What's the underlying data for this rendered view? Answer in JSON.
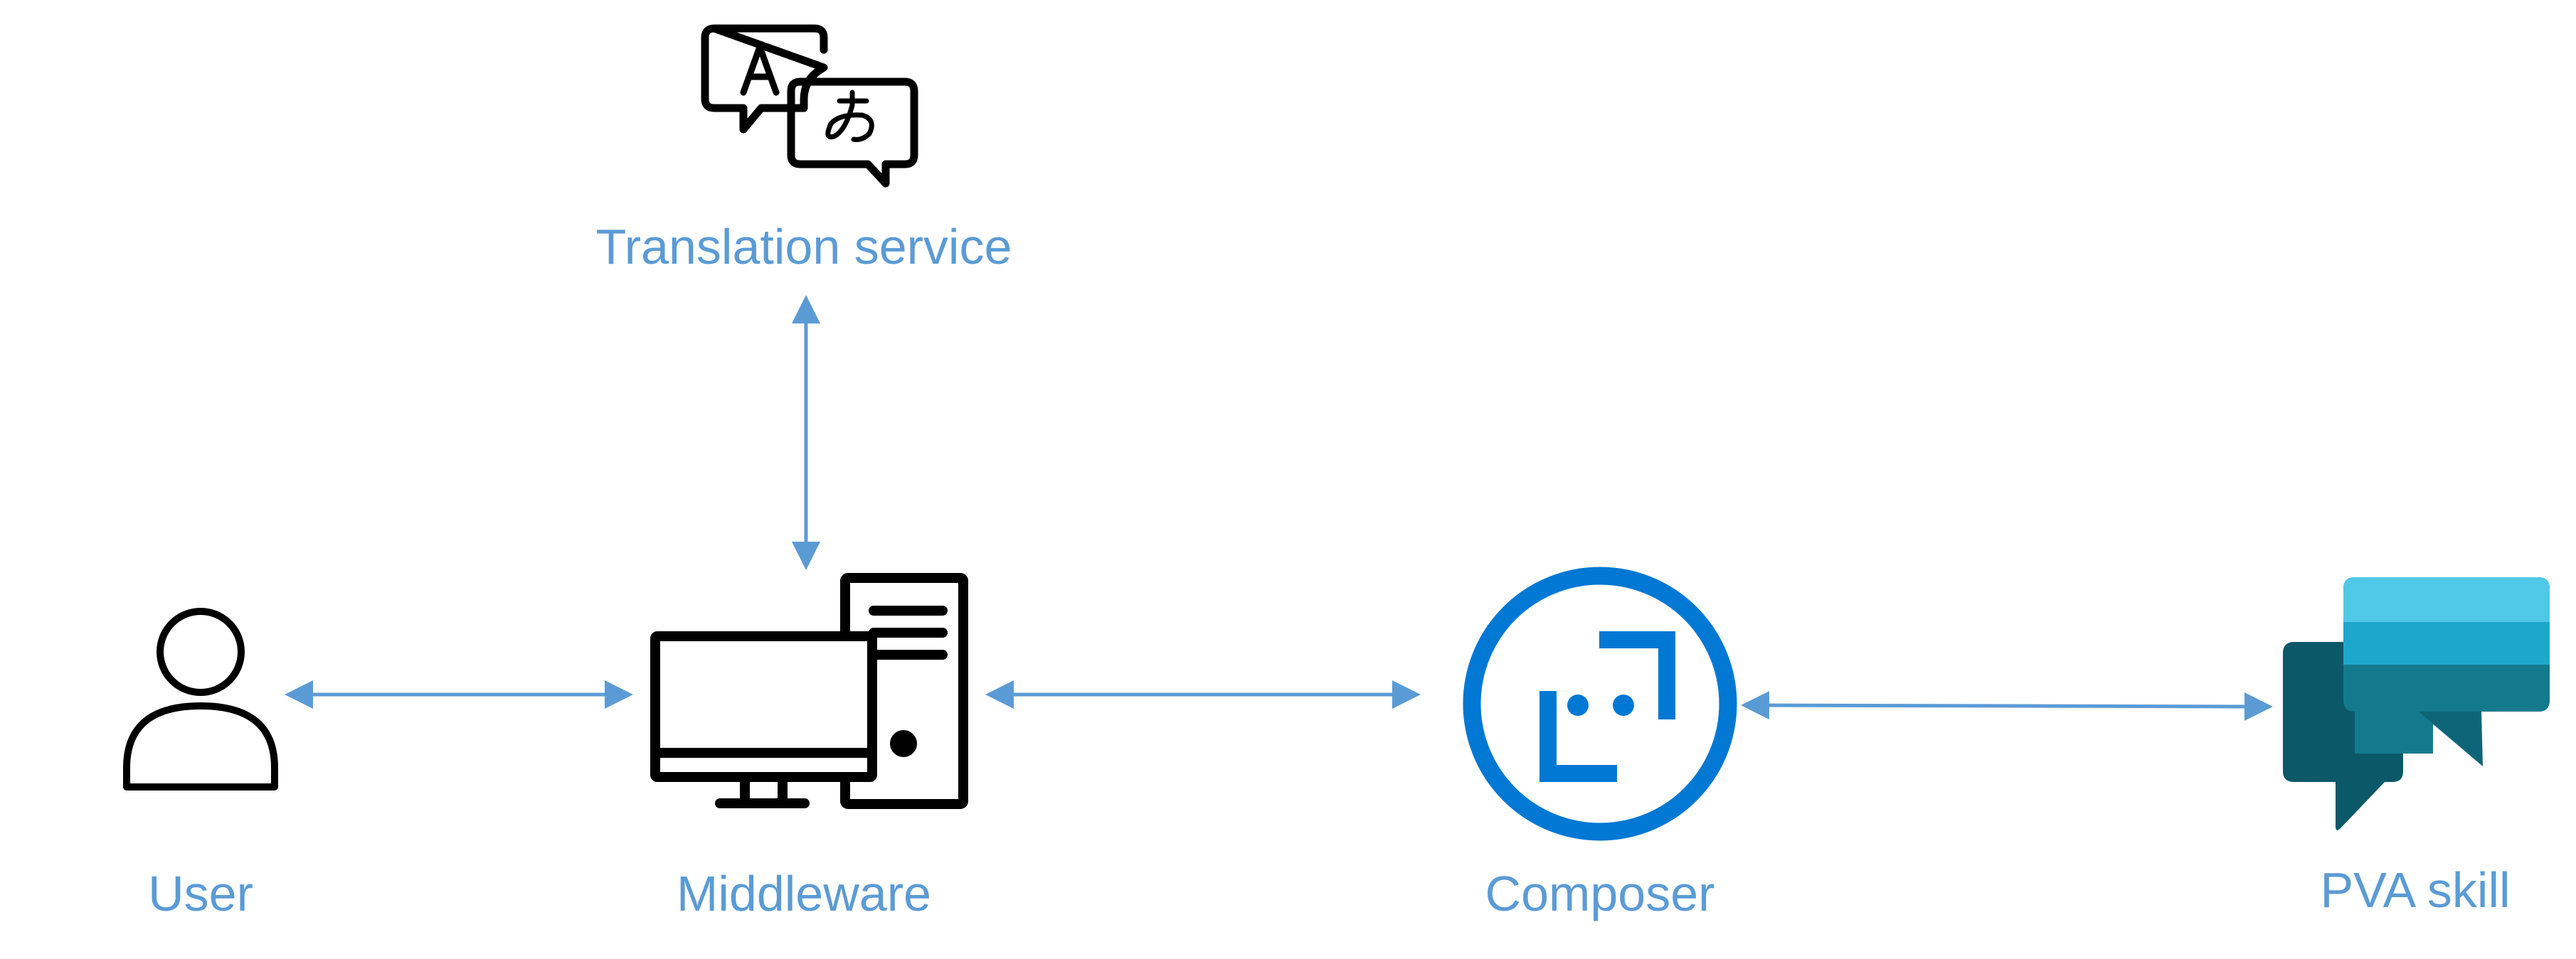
{
  "colors": {
    "connector": "#5b9bd5",
    "label": "#5b9bd5",
    "icon_stroke": "#000000",
    "composer_blue": "#0078d4",
    "pva_dark": "#0b5868",
    "pva_mid": "#137a8d",
    "pva_light": "#1ea7cc",
    "pva_top": "#50c8e8"
  },
  "nodes": {
    "translation": {
      "label": "Translation service",
      "icon": "translate-icon"
    },
    "user": {
      "label": "User",
      "icon": "user-icon"
    },
    "middleware": {
      "label": "Middleware",
      "icon": "desktop-computer-icon"
    },
    "composer": {
      "label": "Composer",
      "icon": "bot-composer-icon"
    },
    "pva": {
      "label": "PVA skill",
      "icon": "chat-bubbles-icon"
    }
  },
  "edges": [
    {
      "from": "middleware",
      "to": "translation",
      "direction": "bidirectional"
    },
    {
      "from": "user",
      "to": "middleware",
      "direction": "bidirectional"
    },
    {
      "from": "middleware",
      "to": "composer",
      "direction": "bidirectional"
    },
    {
      "from": "composer",
      "to": "pva",
      "direction": "bidirectional"
    }
  ]
}
